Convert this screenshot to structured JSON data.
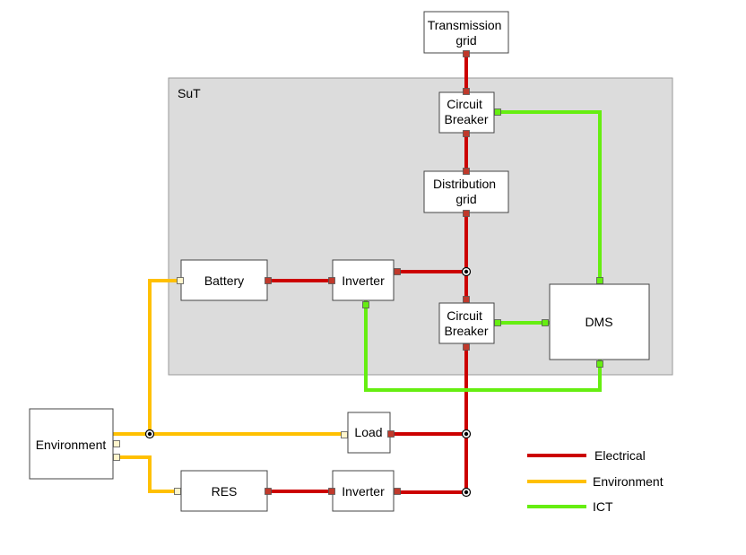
{
  "diagram": {
    "region": {
      "label": "SuT"
    },
    "nodes": {
      "transmission_grid": [
        "Transmission",
        "grid"
      ],
      "circuit_breaker_top": [
        "Circuit",
        "Breaker"
      ],
      "distribution_grid": [
        "Distribution",
        "grid"
      ],
      "battery": [
        "Battery"
      ],
      "inverter_battery": [
        "Inverter"
      ],
      "circuit_breaker_bottom": [
        "Circuit",
        "Breaker"
      ],
      "dms": [
        "DMS"
      ],
      "environment": [
        "Environment"
      ],
      "load": [
        "Load"
      ],
      "res": [
        "RES"
      ],
      "inverter_res": [
        "Inverter"
      ]
    },
    "colors": {
      "electrical": "#cc0000",
      "environment": "#ffc000",
      "ict": "#66ee11",
      "region_fill": "#dcdcdc",
      "region_stroke": "#999999",
      "node_stroke": "#444444"
    },
    "legend": [
      {
        "label": "Electrical",
        "color_key": "electrical"
      },
      {
        "label": "Environment",
        "color_key": "environment"
      },
      {
        "label": "ICT",
        "color_key": "ict"
      }
    ]
  }
}
